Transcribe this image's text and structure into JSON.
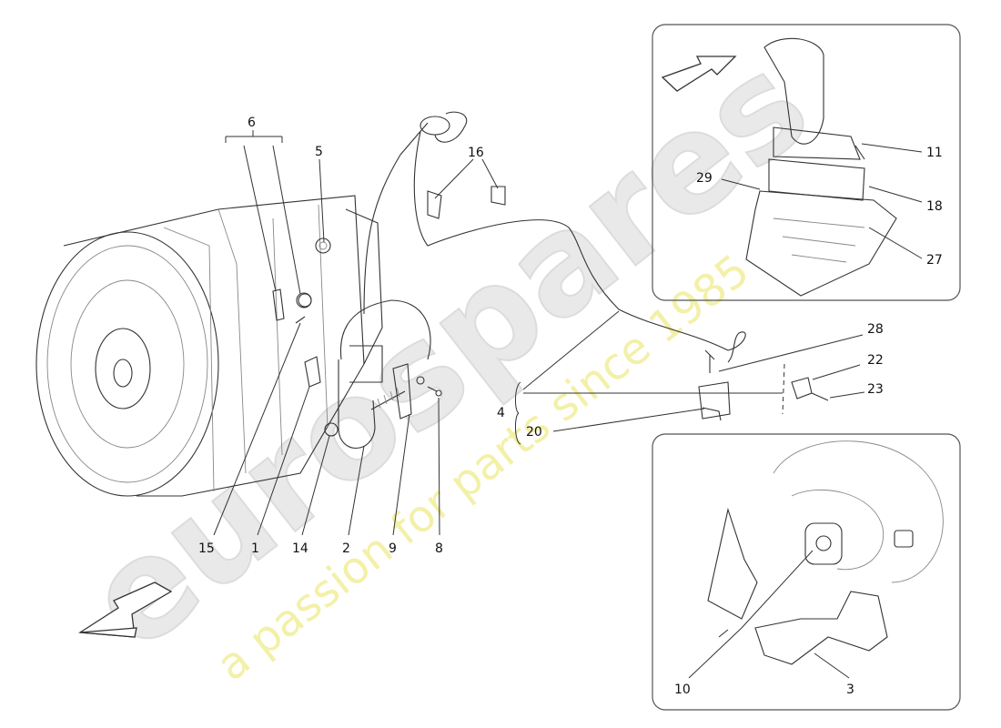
{
  "watermark": {
    "brand": "eurospares",
    "tagline": "a passion for parts since 1985"
  },
  "callouts": {
    "c6": "6",
    "c5": "5",
    "c16": "16",
    "c29": "29",
    "c11": "11",
    "c18": "18",
    "c27": "27",
    "c28": "28",
    "c22": "22",
    "c23": "23",
    "c4": "4",
    "c20": "20",
    "c15": "15",
    "c1": "1",
    "c14": "14",
    "c2": "2",
    "c9": "9",
    "c8": "8",
    "c10": "10",
    "c3": "3"
  },
  "icons": {
    "direction_arrow_main": "direction-arrow",
    "direction_arrow_inset": "direction-arrow"
  }
}
